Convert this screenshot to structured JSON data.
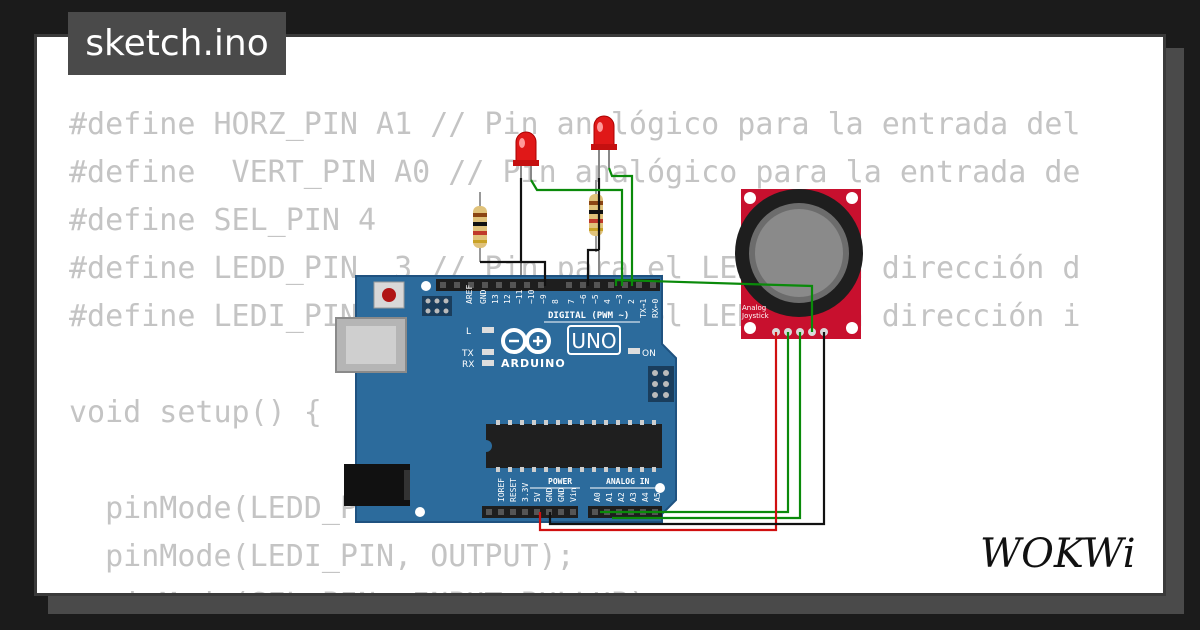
{
  "file_tab": {
    "label": "sketch.ino"
  },
  "code_lines": [
    "#define HORZ_PIN A1 // Pin analógico para la entrada del",
    "#define  VERT_PIN A0 // Pin analógico para la entrada de",
    "#define SEL_PIN 4",
    "#define LEDD_PIN  3 // Pin para el LED de la dirección d",
    "#define LEDI_PIN  5 // Pin para el LED de la dirección i",
    "",
    "void setup() {",
    "",
    "  pinMode(LEDD_PIN, OUTPUT);",
    "  pinMode(LEDI_PIN, OUTPUT);",
    "  pinMode(SEL_PIN, INPUT_PULLUP);"
  ],
  "board": {
    "model": "UNO",
    "brand": "ARDUINO",
    "digital_header": "DIGITAL (PWM ~)",
    "digital_pins": [
      "AREF",
      "GND",
      "13",
      "12",
      "~11",
      "~10",
      "~9",
      "8",
      "7",
      "~6",
      "~5",
      "4",
      "~3",
      "2",
      "TX→1",
      "RX←0"
    ],
    "power_header": "POWER",
    "power_pins": [
      "IOREF",
      "RESET",
      "3.3V",
      "5V",
      "GND",
      "GND",
      "Vin"
    ],
    "analog_header": "ANALOG IN",
    "analog_pins": [
      "A0",
      "A1",
      "A2",
      "A3",
      "A4",
      "A5"
    ],
    "led_l": "L",
    "led_tx": "TX",
    "led_rx": "RX",
    "led_on": "ON"
  },
  "joystick": {
    "label_line1": "Analog",
    "label_line2": "Joystick"
  },
  "colors": {
    "board_blue": "#2c6b9c",
    "wire_green": "#0a8a0a",
    "wire_red": "#d01010",
    "wire_black": "#111111",
    "joystick_red": "#c8102e",
    "led_red": "#e01818"
  },
  "brand": {
    "name": "WOKWi"
  }
}
